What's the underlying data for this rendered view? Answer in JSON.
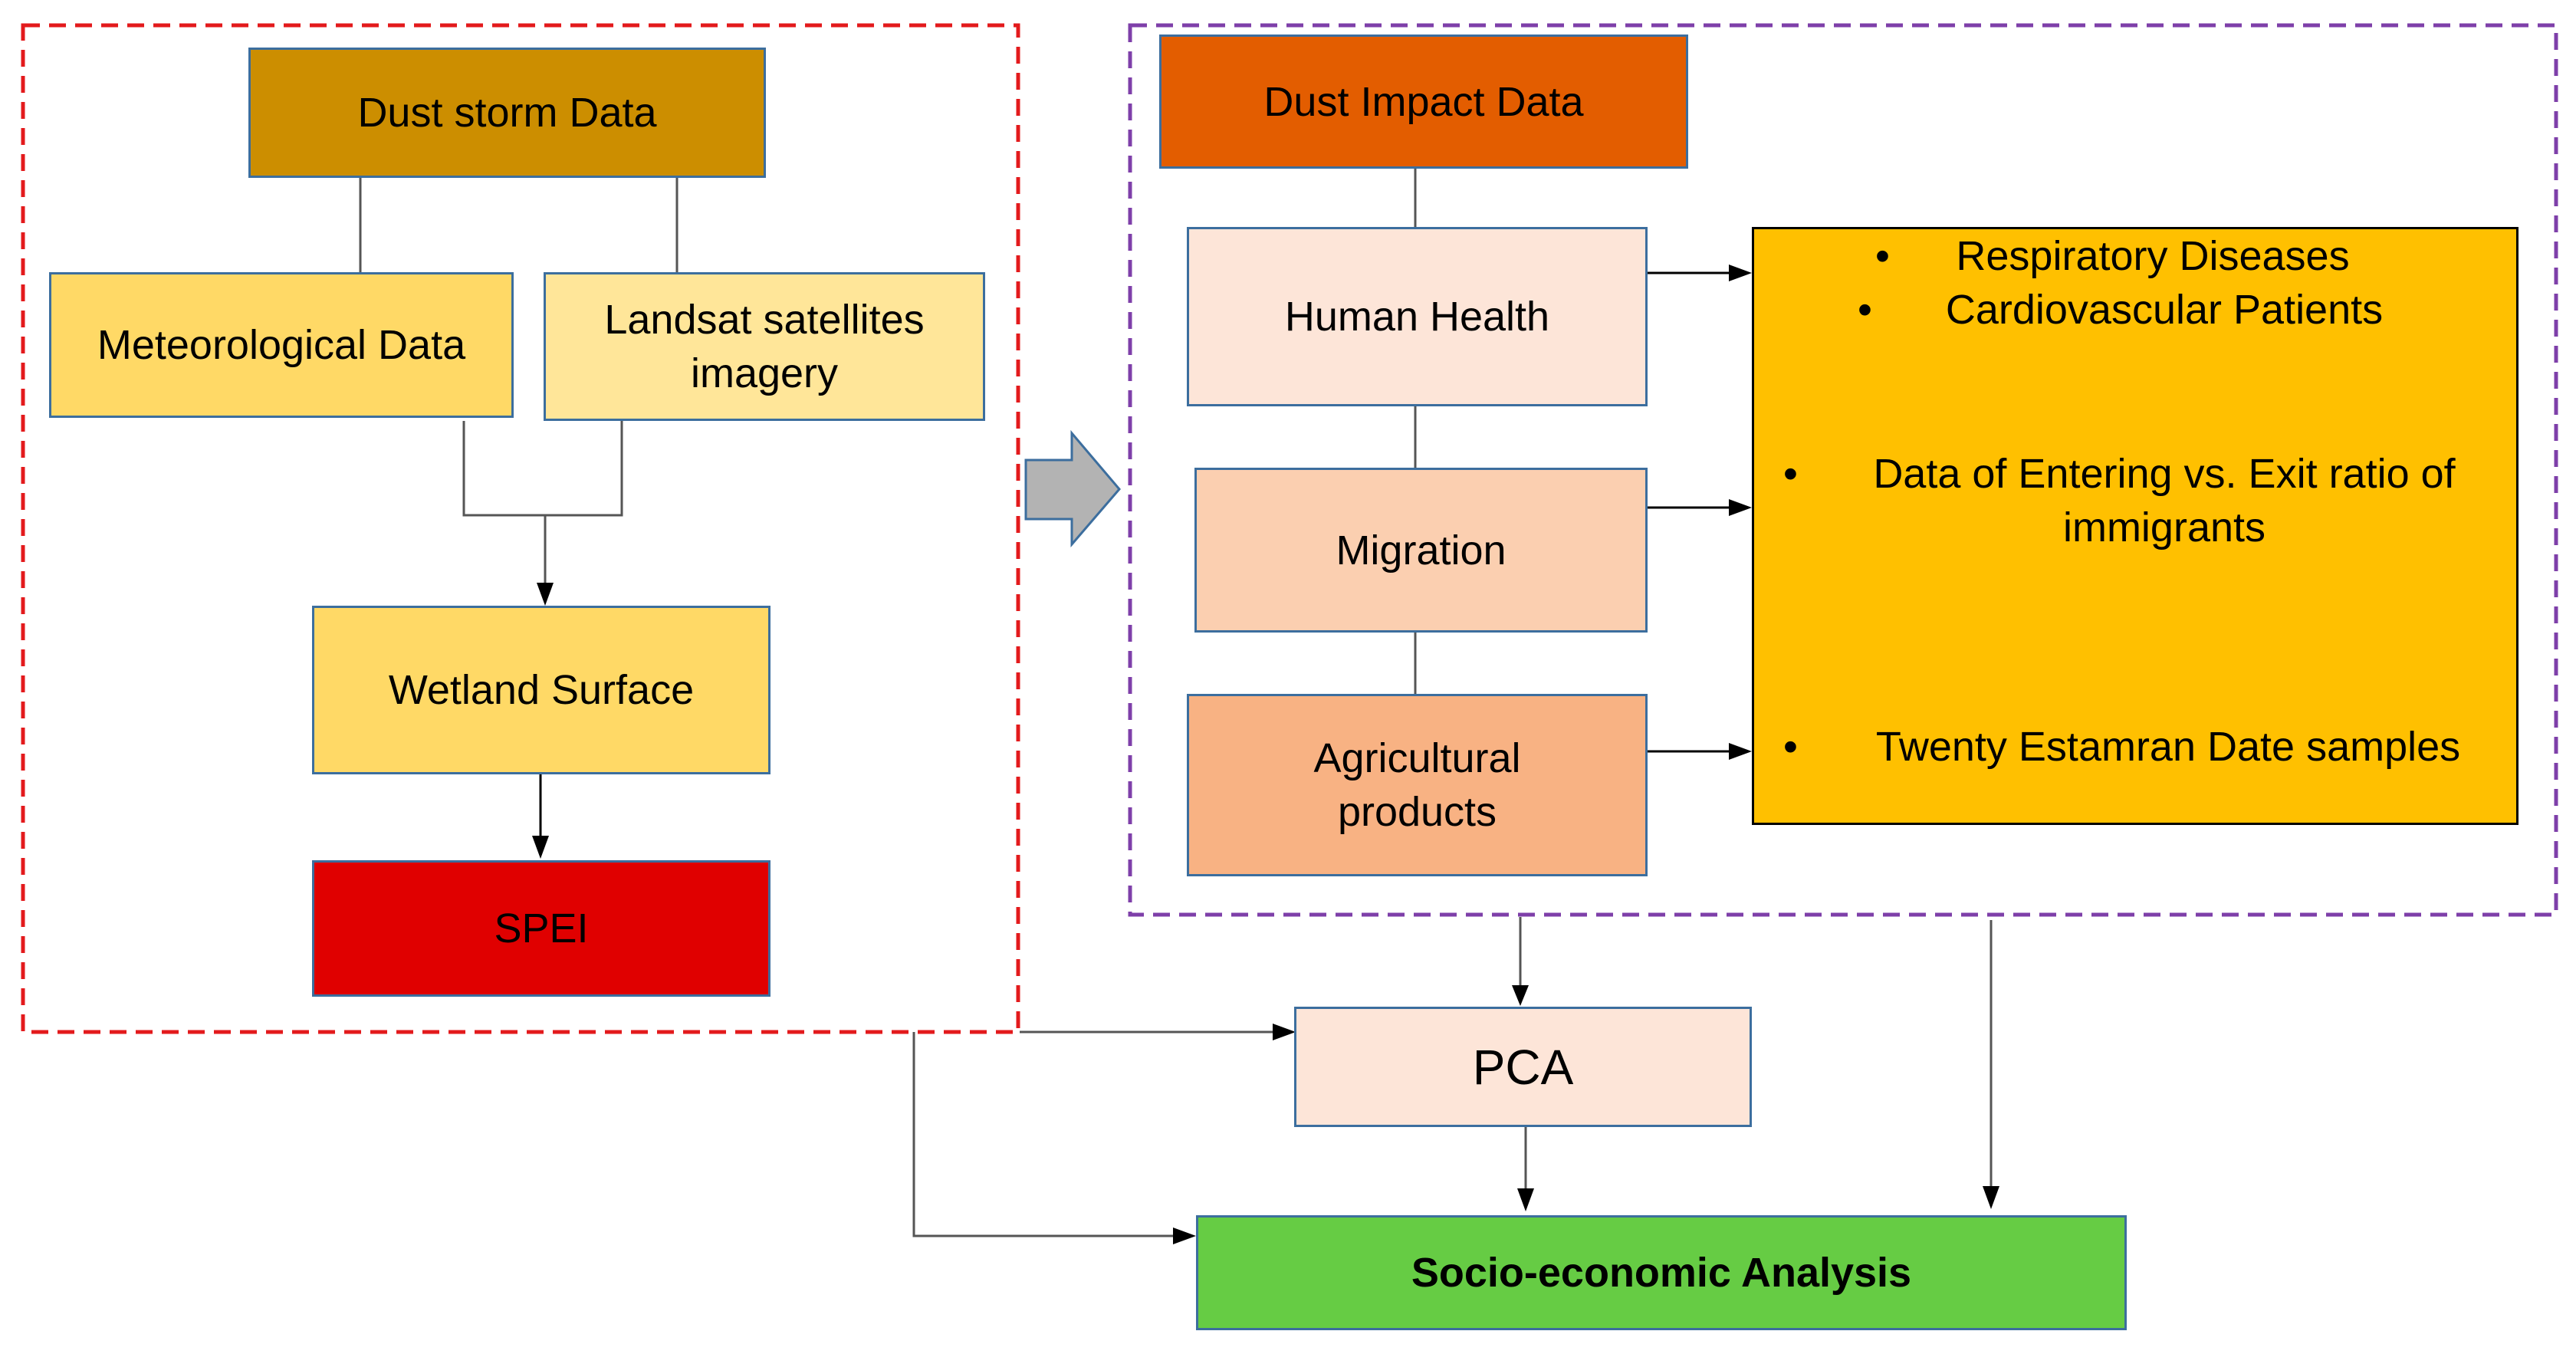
{
  "colors": {
    "dust_storm": "#cc8e00",
    "meteorological": "#ffd966",
    "landsat": "#ffe699",
    "wetland": "#ffd966",
    "spei": "#e00000",
    "dust_impact": "#e35d00",
    "human_health": "#fde5d8",
    "migration": "#fbcfb0",
    "agricultural": "#f8b283",
    "impacts_list": "#ffc000",
    "pca": "#fde5d8",
    "socio": "#66cc44",
    "left_frame": "#e31a1c",
    "right_frame": "#7e3fa9"
  },
  "left_group": {
    "dust_storm": "Dust storm Data",
    "meteorological": "Meteorological Data",
    "landsat_line1": "Landsat satellites",
    "landsat_line2": "imagery",
    "wetland": "Wetland Surface",
    "spei": "SPEI"
  },
  "right_group": {
    "dust_impact": "Dust Impact Data",
    "human_health": "Human Health",
    "migration": "Migration",
    "agricultural_line1": "Agricultural",
    "agricultural_line2": "products"
  },
  "impacts_list": {
    "bullet": "•",
    "respiratory": "Respiratory Diseases",
    "cardiovascular": "Cardiovascular Patients",
    "migration_line1": "Data of Entering vs. Exit ratio of",
    "migration_line2": "immigrants",
    "dates": "Twenty Estamran Date samples"
  },
  "pca": "PCA",
  "socio": "Socio-economic Analysis"
}
